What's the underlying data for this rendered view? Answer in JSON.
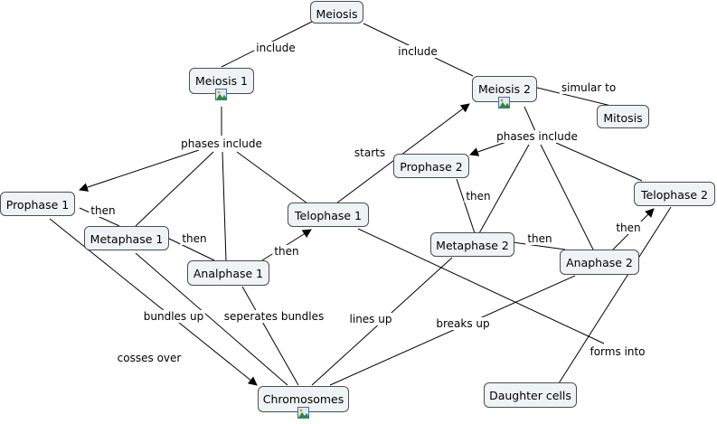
{
  "nodes": {
    "meiosis": "Meiosis",
    "meiosis1": "Meiosis 1",
    "meiosis2": "Meiosis 2",
    "mitosis": "Mitosis",
    "prophase1": "Prophase 1",
    "metaphase1": "Metaphase 1",
    "analphase1": "Analphase 1",
    "telophase1": "Telophase 1",
    "prophase2": "Prophase 2",
    "metaphase2": "Metaphase 2",
    "anaphase2": "Anaphase 2",
    "telophase2": "Telophase 2",
    "chromosomes": "Chromosomes",
    "daughter_cells": "Daughter cells"
  },
  "links": {
    "include_1": "include",
    "include_2": "include",
    "simular_to": "simular to",
    "phases_include_1": "phases include",
    "phases_include_2": "phases include",
    "then_p1": "then",
    "then_m1": "then",
    "then_a1": "then",
    "starts": "starts",
    "then_p2": "then",
    "then_m2": "then",
    "then_a2": "then",
    "bundles_up": "bundles up",
    "seperates_bundles": "seperates bundles",
    "lines_up": "lines up",
    "breaks_up": "breaks up",
    "forms_into": "forms into",
    "cosses_over": "cosses over"
  },
  "icons": [
    "image-icon"
  ],
  "colors": {
    "node_fill": "#eef3f6",
    "node_border": "#4d4d4d",
    "icon_blue": "#3a6fb0"
  }
}
